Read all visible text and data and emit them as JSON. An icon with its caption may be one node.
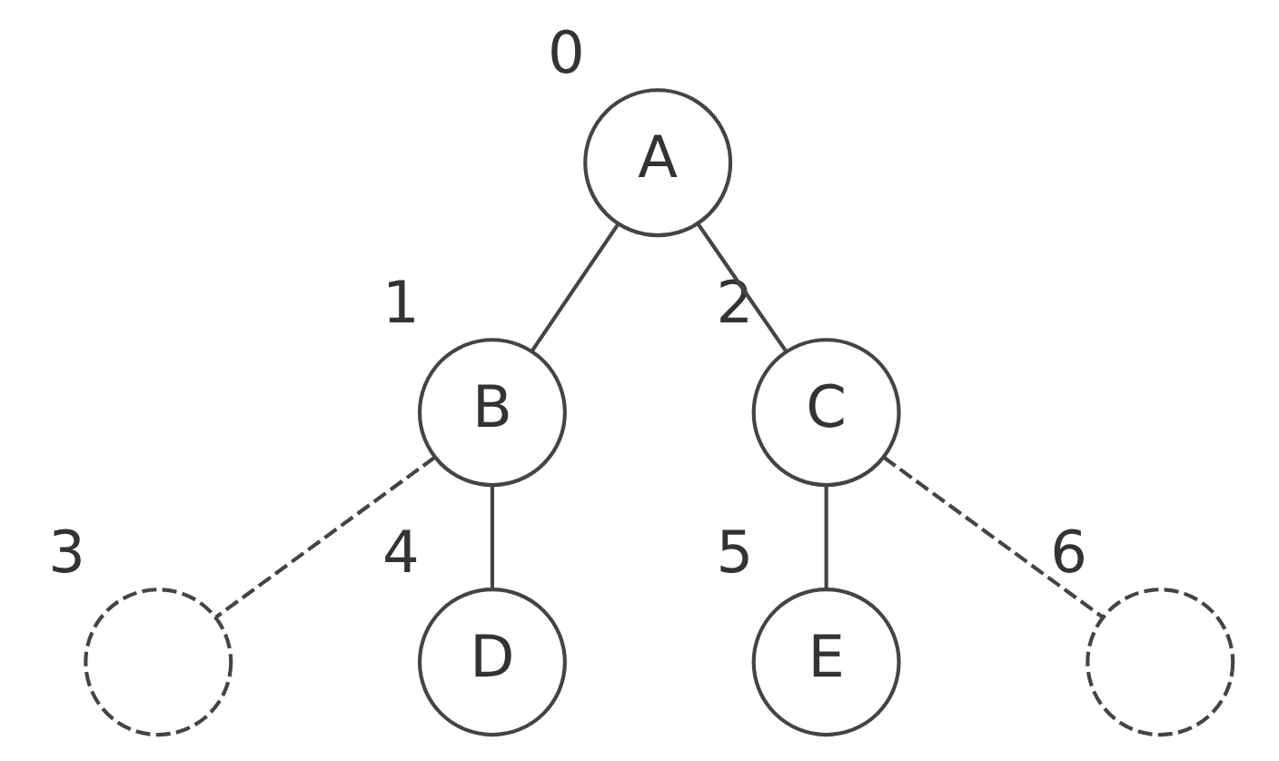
{
  "diagram": {
    "nodes": [
      {
        "text": [
          "A"
        ],
        "beside": [
          "0"
        ]
      },
      {
        "text": [
          "B"
        ],
        "beside": [
          "1"
        ]
      },
      {
        "text": [
          "C"
        ],
        "beside": [
          "2"
        ]
      },
      {
        "text": [],
        "shape": "circle",
        "beside": [
          "3"
        ]
      },
      {
        "text": [
          "D"
        ],
        "beside": [
          "4"
        ]
      },
      {
        "text": [
          "E"
        ],
        "beside": [
          "5"
        ]
      },
      {
        "text": [],
        "shape": "circle",
        "beside": [
          "6"
        ]
      }
    ],
    "edges": [
      {
        "from": 0,
        "to": 1,
        "arrow": "none"
      },
      {
        "from": 0,
        "to": 2,
        "arrow": "none"
      },
      {
        "from": 1,
        "to": 3,
        "arrow": "none",
        "style": "dashed"
      },
      {
        "from": 1,
        "to": 4,
        "arrow": "none"
      },
      {
        "from": 2,
        "to": 5,
        "arrow": "none"
      },
      {
        "from": 2,
        "to": 6,
        "arrow": "none",
        "style": "dashed"
      }
    ]
  }
}
